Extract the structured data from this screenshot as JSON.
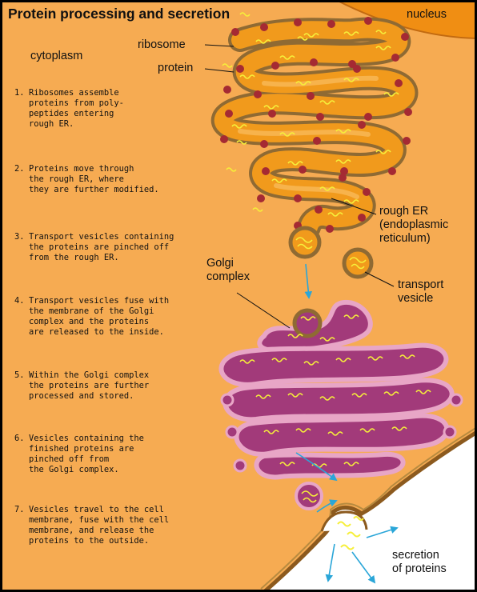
{
  "title": "Protein processing and secretion",
  "labels": {
    "nucleus": "nucleus",
    "cytoplasm": "cytoplasm",
    "ribosome": "ribosome",
    "protein": "protein",
    "rough_er": "rough ER\n(endoplasmic\nreticulum)",
    "golgi": "Golgi\ncomplex",
    "transport_vesicle": "transport\nvesicle",
    "secretion": "secretion\nof proteins"
  },
  "steps": [
    {
      "num": "1.",
      "text": "Ribosomes assemble\nproteins from poly-\npeptides entering\nrough ER."
    },
    {
      "num": "2.",
      "text": "Proteins move through\nthe rough ER, where\nthey are further modified."
    },
    {
      "num": "3.",
      "text": "Transport vesicles containing\nthe proteins are pinched off\nfrom the rough ER."
    },
    {
      "num": "4.",
      "text": "Transport vesicles fuse with\nthe membrane of the Golgi\ncomplex and the proteins\nare released to the inside."
    },
    {
      "num": "5.",
      "text": "Within the Golgi complex\nthe proteins are further\nprocessed and stored."
    },
    {
      "num": "6.",
      "text": "Vesicles containing the\nfinished proteins are\npinched off from\nthe Golgi complex."
    },
    {
      "num": "7.",
      "text": "Vesicles travel to the cell\nmembrane, fuse with the cell\nmembrane, and release the\nproteins to the outside."
    }
  ],
  "colors": {
    "cytoplasm": "#f6ab52",
    "er_membrane": "#8f6a33",
    "er_lumen": "#f19a1c",
    "ribosome": "#a52a33",
    "golgi_lumen": "#a23a7a",
    "golgi_membrane": "#e8a6c6",
    "protein": "#f6ef3a",
    "nucleus": "#f08e13",
    "arrow": "#2aa6d8"
  }
}
